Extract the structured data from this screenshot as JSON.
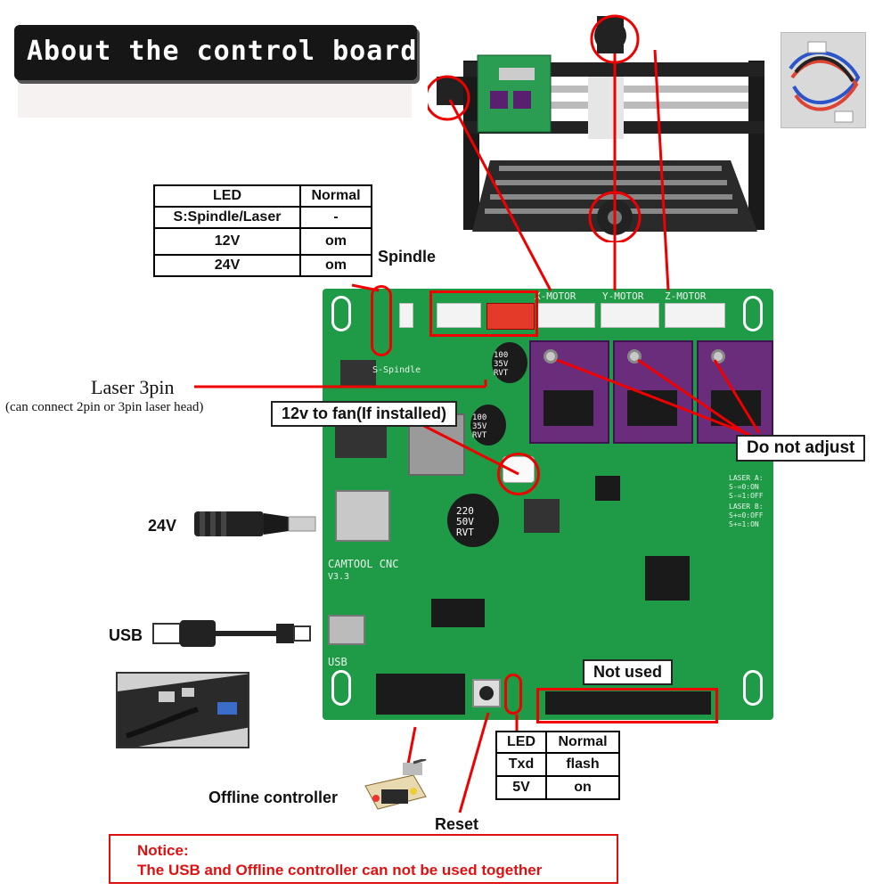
{
  "title": "About the control board",
  "spindle_led_table": {
    "headers": [
      "LED",
      "Normal"
    ],
    "rows": [
      [
        "S:Spindle/Laser",
        "-"
      ],
      [
        "12V",
        "om"
      ],
      [
        "24V",
        "om"
      ]
    ]
  },
  "status_led_table": {
    "headers": [
      "LED",
      "Normal"
    ],
    "rows": [
      [
        "Txd",
        "flash"
      ],
      [
        "5V",
        "on"
      ]
    ]
  },
  "labels": {
    "spindle": "Spindle",
    "laser": "Laser 3pin",
    "laser_note": "(can connect 2pin or 3pin laser head)",
    "fan": "12v to fan(If installed)",
    "do_not_adjust": "Do not adjust",
    "power": "24V",
    "usb": "USB",
    "not_used": "Not used",
    "offline_controller": "Offline controller",
    "reset": "Reset"
  },
  "board_silk": {
    "x_motor": "X-MOTOR",
    "y_motor": "Y-MOTOR",
    "z_motor": "Z-MOTOR",
    "brand": "CAMTOOL CNC",
    "version": "V3.3",
    "usb": "USB",
    "spindle": "S-Spindle",
    "cap_small_1": "100 35V RVT",
    "cap_small_2": "100 35V RVT",
    "cap_large": "220 50V RVT",
    "laser_a": "LASER A:",
    "laser_a_1": "S-=0:ON",
    "laser_a_2": "S-=1:OFF",
    "laser_b": "LASER B:",
    "laser_b_1": "S+=0:OFF",
    "laser_b_2": "S+=1:ON"
  },
  "notice": {
    "heading": "Notice:",
    "text": "The USB and Offline controller can not be used together"
  },
  "colors": {
    "board": "#1f9a46",
    "callout": "#e00000",
    "driver": "#6a2d7c"
  }
}
